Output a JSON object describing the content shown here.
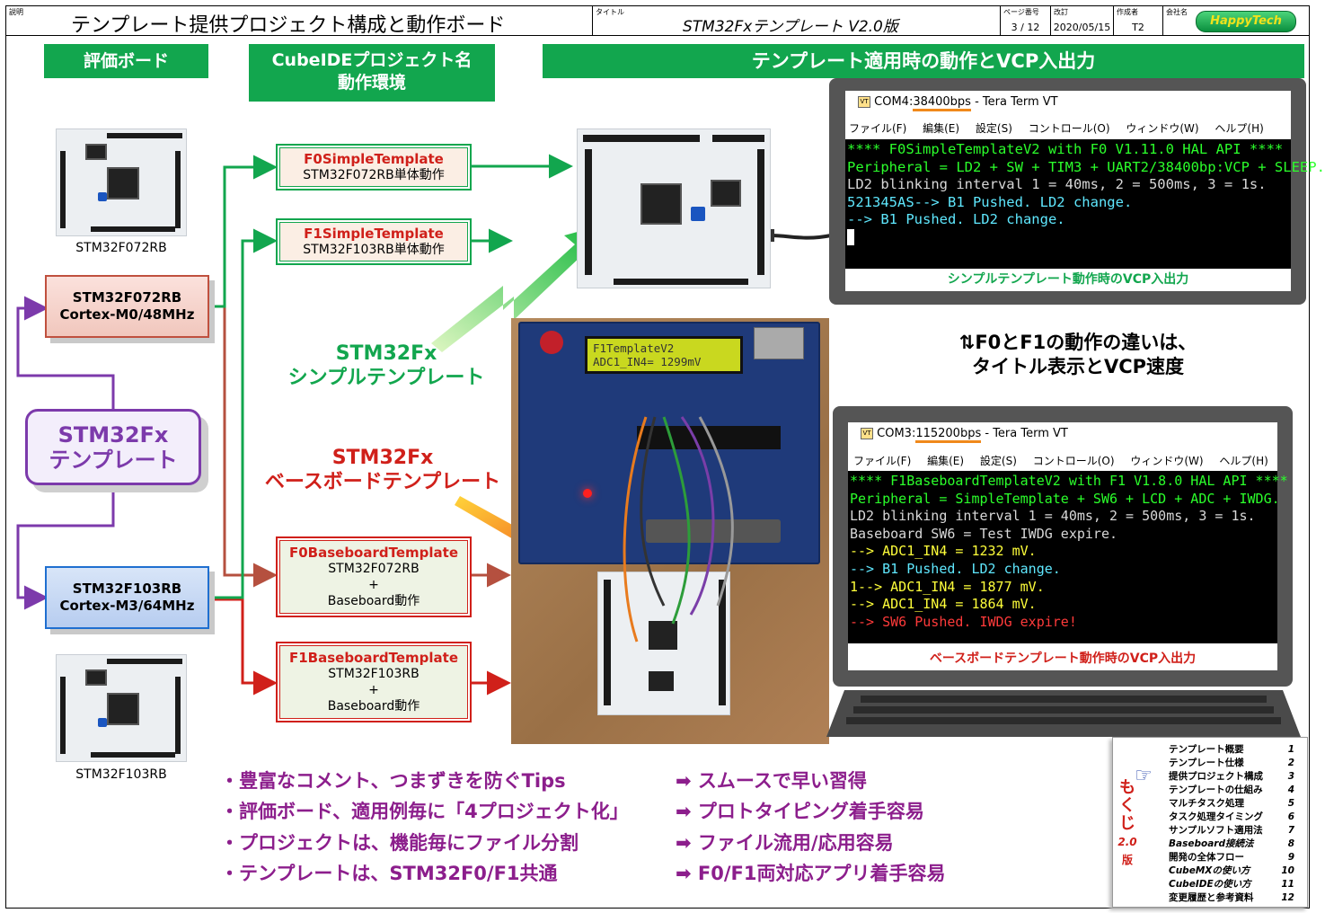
{
  "header": {
    "desc_caption": "説明",
    "title": "テンプレート提供プロジェクト構成と動作ボード",
    "subtitle_caption": "タイトル",
    "subtitle": "STM32Fxテンプレート V2.0版",
    "page_caption": "ページ番号",
    "page": "3 / 12",
    "rev_caption": "改訂",
    "rev": "2020/05/15",
    "author_caption": "作成者",
    "author": "T2",
    "company_caption": "会社名",
    "company": "HappyTech"
  },
  "columns": {
    "boards": "評価ボード",
    "ide_line1": "CubeIDEプロジェクト名",
    "ide_line2": "動作環境",
    "behavior": "テンプレート適用時の動作とVCP入出力"
  },
  "boards": {
    "top_caption": "STM32F072RB",
    "bottom_caption": "STM32F103RB"
  },
  "cpus": {
    "f0_line1": "STM32F072RB",
    "f0_line2": "Cortex-M0/48MHz",
    "f1_line1": "STM32F103RB",
    "f1_line2": "Cortex-M3/64MHz"
  },
  "template": {
    "line1": "STM32Fx",
    "line2": "テンプレート"
  },
  "projects": [
    {
      "name": "F0SimpleTemplate",
      "lines": [
        "STM32F072RB単体動作"
      ]
    },
    {
      "name": "F1SimpleTemplate",
      "lines": [
        "STM32F103RB単体動作"
      ]
    },
    {
      "name": "F0BaseboardTemplate",
      "lines": [
        "STM32F072RB",
        "+",
        "Baseboard動作"
      ]
    },
    {
      "name": "F1BaseboardTemplate",
      "lines": [
        "STM32F103RB",
        "+",
        "Baseboard動作"
      ]
    }
  ],
  "labels": {
    "simple_line1": "STM32Fx",
    "simple_line2": "シンプルテンプレート",
    "base_line1": "STM32Fx",
    "base_line2": "ベースボードテンプレート",
    "diff_line1": "⇅F0とF1の動作の違いは、",
    "diff_line2": "タイトル表示とVCP速度"
  },
  "lcd": {
    "line1": "F1TemplateV2",
    "line2": "ADC1_IN4= 1299mV"
  },
  "terminal1": {
    "title_pre": "COM4:",
    "title_speed": "38400bps",
    "title_post": " - Tera Term VT",
    "menu": [
      "ファイル(F)",
      "編集(E)",
      "設定(S)",
      "コントロール(O)",
      "ウィンドウ(W)",
      "ヘルプ(H)"
    ],
    "lines": [
      "**** F0SimpleTemplateV2 with F0 V1.11.0 HAL API ****",
      "Peripheral = LD2 + SW + TIM3 + UART2/38400bp:VCP + SLEEP.",
      "LD2 blinking interval 1 = 40ms, 2 = 500ms, 3 = 1s.",
      "521345AS--> B1 Pushed. LD2 change.",
      "--> B1 Pushed. LD2 change."
    ],
    "caption": "シンプルテンプレート動作時のVCP入出力"
  },
  "terminal2": {
    "title_pre": "COM3:",
    "title_speed": "115200bps",
    "title_post": " - Tera Term VT",
    "menu": [
      "ファイル(F)",
      "編集(E)",
      "設定(S)",
      "コントロール(O)",
      "ウィンドウ(W)",
      "ヘルプ(H)"
    ],
    "lines": [
      "**** F1BaseboardTemplateV2 with F1 V1.8.0 HAL API ****",
      "Peripheral = SimpleTemplate + SW6 + LCD + ADC + IWDG.",
      "LD2 blinking interval 1 = 40ms, 2 = 500ms, 3 = 1s.",
      "Baseboard SW6 = Test IWDG expire.",
      "--> ADC1_IN4 = 1232 mV.",
      "--> B1 Pushed. LD2 change.",
      "1--> ADC1_IN4 = 1877 mV.",
      "--> ADC1_IN4 = 1864 mV.",
      "--> SW6 Pushed. IWDG expire!"
    ],
    "caption": "ベースボードテンプレート動作時のVCP入出力"
  },
  "bullets": [
    {
      "left": "・豊富なコメント、つまずきを防ぐTips",
      "right": "➡ スムースで早い習得"
    },
    {
      "left": "・評価ボード、適用例毎に「4プロジェクト化」",
      "right": "➡ プロトタイピング着手容易"
    },
    {
      "left": "・プロジェクトは、機能毎にファイル分割",
      "right": "➡ ファイル流用/応用容易"
    },
    {
      "left": "・テンプレートは、STM32F0/F1共通",
      "right": "➡ F0/F1両対応アプリ着手容易"
    }
  ],
  "toc": {
    "label": [
      "も",
      "く",
      "じ"
    ],
    "version": "2.0",
    "version_suffix": "版",
    "pointer": "☞",
    "items": [
      {
        "title": "テンプレート概要",
        "page": "1"
      },
      {
        "title": "テンプレート仕様",
        "page": "2"
      },
      {
        "title": "提供プロジェクト構成",
        "page": "3"
      },
      {
        "title": "テンプレートの仕組み",
        "page": "4"
      },
      {
        "title": "マルチタスク処理",
        "page": "5"
      },
      {
        "title": "タスク処理タイミング",
        "page": "6"
      },
      {
        "title": "サンプルソフト適用法",
        "page": "7"
      },
      {
        "title": "Baseboard接続法",
        "page": "8"
      },
      {
        "title": "開発の全体フロー",
        "page": "9"
      },
      {
        "title": "CubeMXの使い方",
        "page": "10"
      },
      {
        "title": "CubeIDEの使い方",
        "page": "11"
      },
      {
        "title": "変更履歴と参考資料",
        "page": "12"
      }
    ]
  },
  "colors": {
    "green": "#12a64e",
    "red": "#d0201a",
    "purple": "#7c3aab",
    "brown": "#b5503f"
  }
}
